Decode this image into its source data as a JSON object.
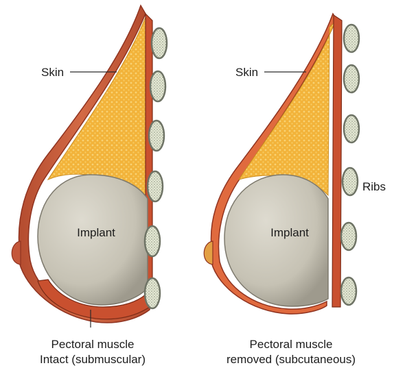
{
  "figures": [
    {
      "skin_label": "Skin",
      "implant_label": "Implant",
      "caption_line1": "Pectoral muscle",
      "caption_line2": "Intact (submuscular)"
    },
    {
      "skin_label": "Skin",
      "implant_label": "Implant",
      "ribs_label": "Ribs",
      "caption_line1": "Pectoral muscle",
      "caption_line2": "removed (subcutaneous)"
    }
  ],
  "colors": {
    "skin": "#c4573a",
    "skin_dark": "#8f3320",
    "fat": "#f4b53c",
    "fat_dots": "#f8cf6a",
    "implant": "#c9c4b6",
    "implant_dark": "#9b978b",
    "muscle": "#c9502f",
    "rib_outer": "#8c9183",
    "rib_inner": "#e9ecdc"
  }
}
